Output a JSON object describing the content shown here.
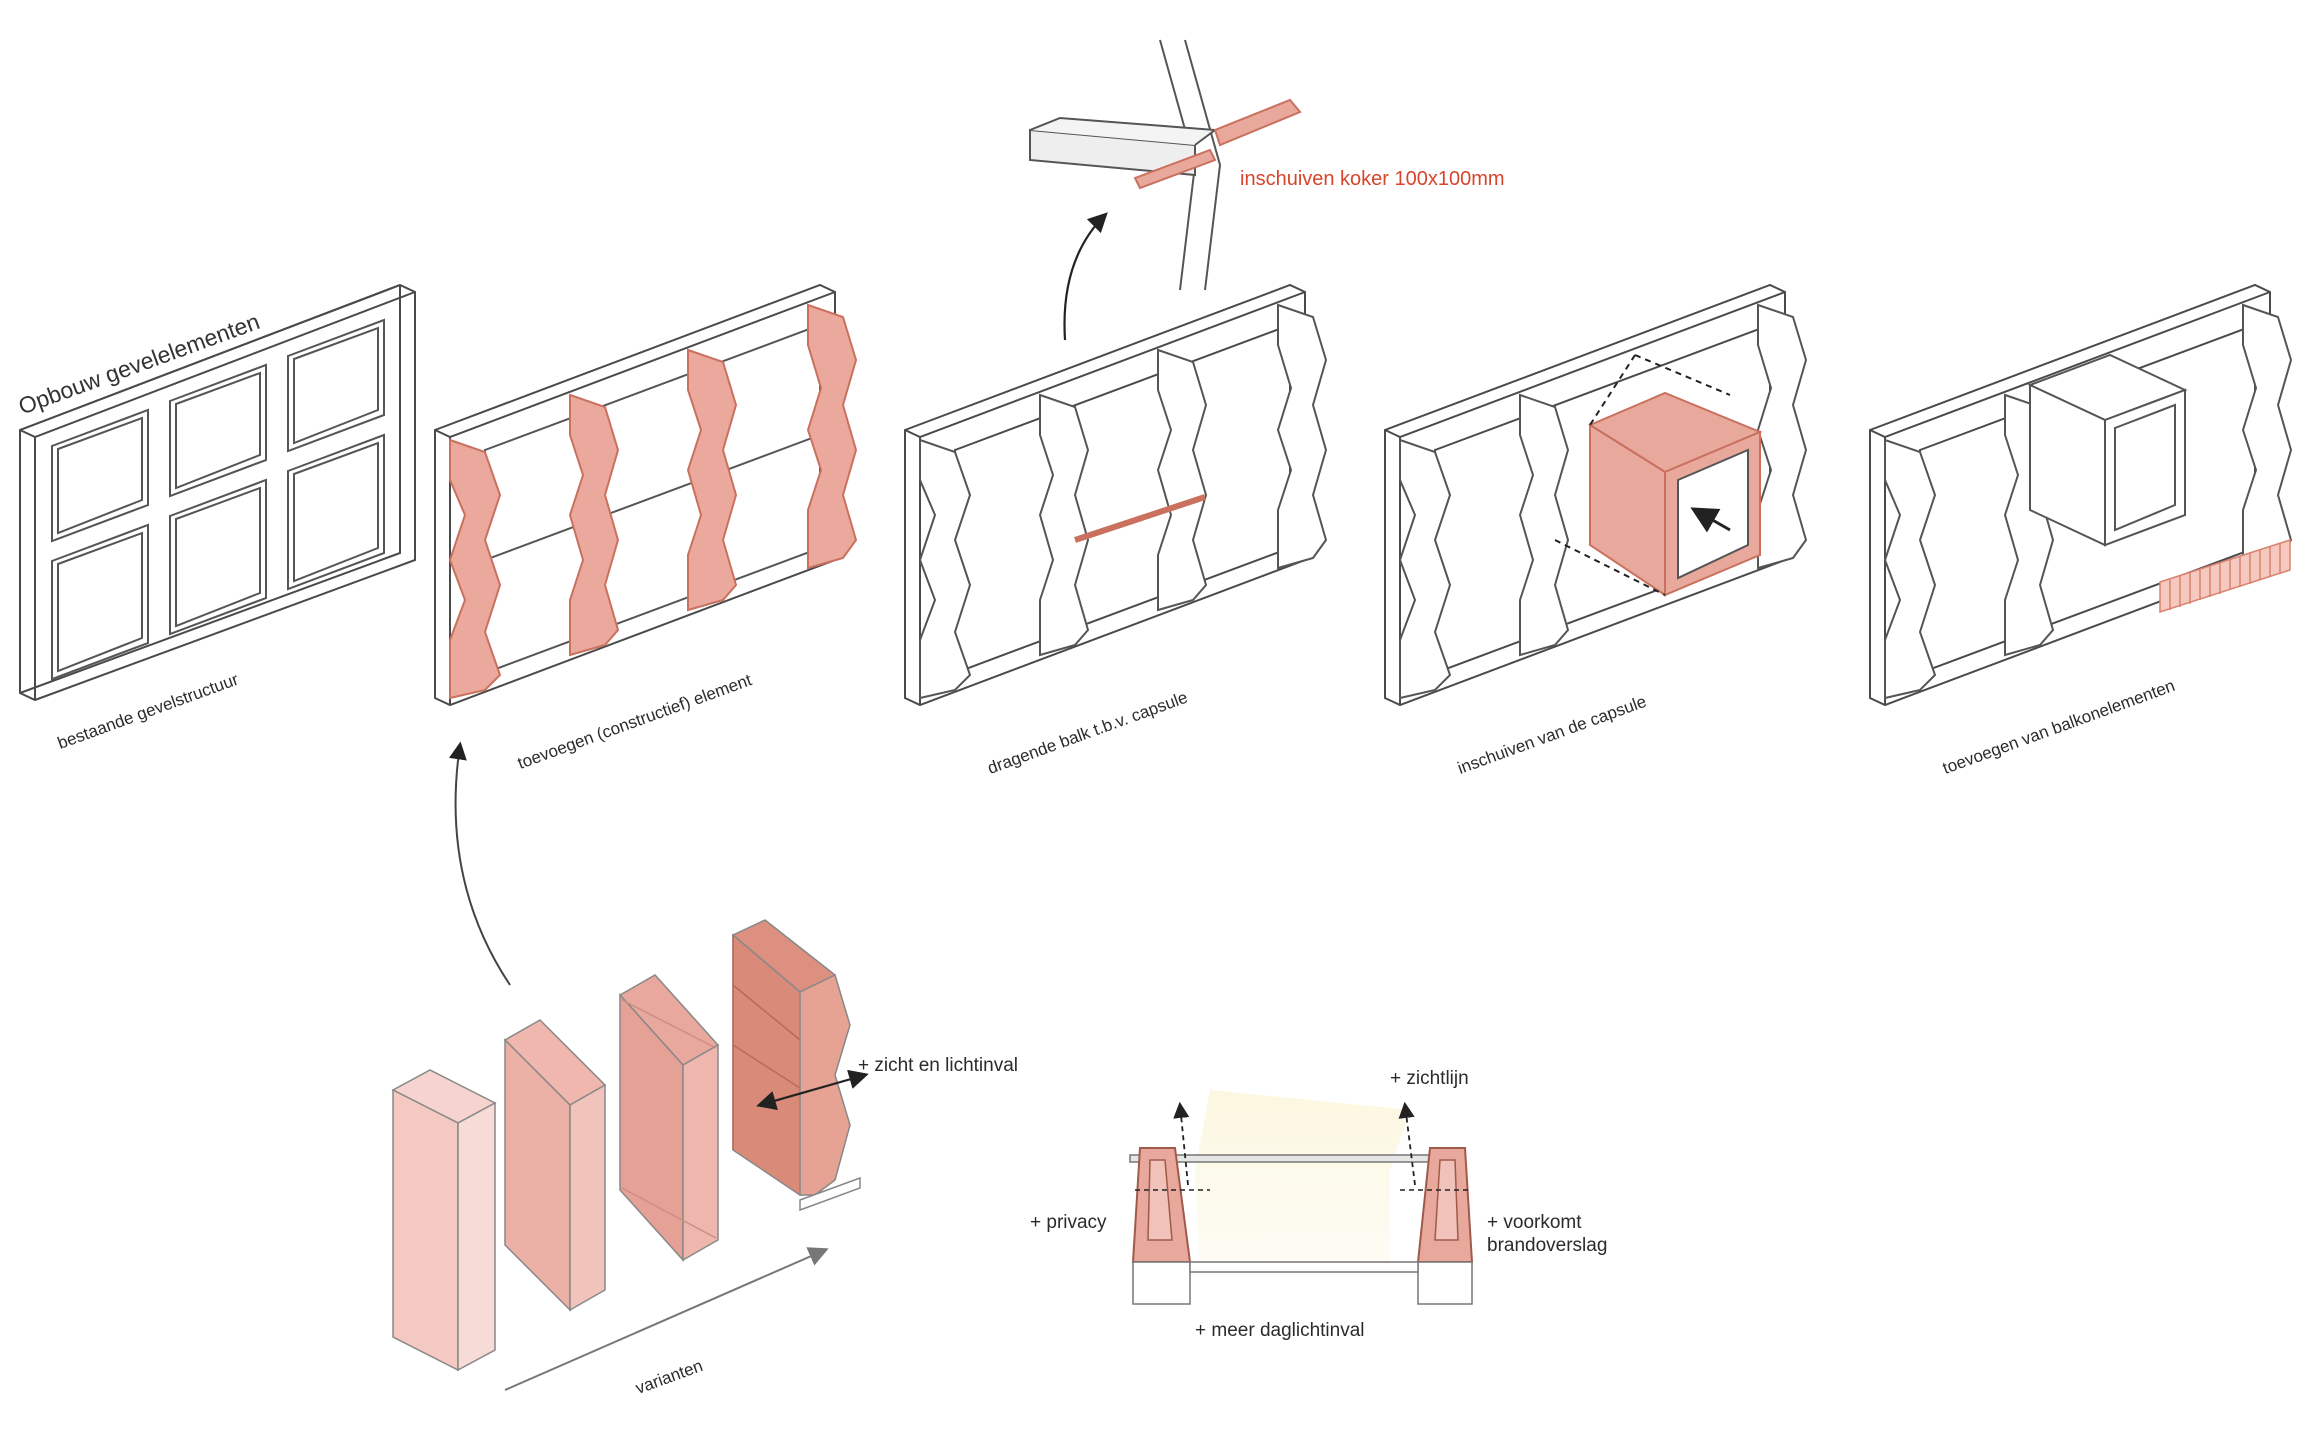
{
  "title": "Opbouw gevelelementen",
  "steps": [
    {
      "caption": "bestaande gevelstructuur"
    },
    {
      "caption": "toevoegen (constructief) element"
    },
    {
      "caption": "dragende balk t.b.v. capsule"
    },
    {
      "caption": "inschuiven van de capsule"
    },
    {
      "caption": "toevoegen van balkonelementen"
    }
  ],
  "detail": {
    "caption": "inschuiven koker 100x100mm"
  },
  "variants": {
    "caption": "varianten",
    "note": "+ zicht en lichtinval"
  },
  "section": {
    "privacy": "+ privacy",
    "zichtlijn": "+ zichtlijn",
    "voorkomt_1": "+ voorkomt",
    "voorkomt_2": "brandoverslag",
    "daglicht": "+ meer daglichtinval"
  },
  "colors": {
    "accent": "#e8a89c",
    "accent_dark": "#d9826f",
    "accent_text": "#d8452c",
    "line": "#5a5a5a",
    "glow": "#fbf6dc"
  }
}
